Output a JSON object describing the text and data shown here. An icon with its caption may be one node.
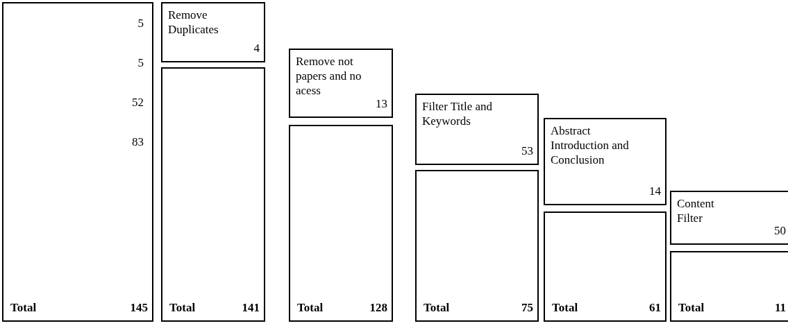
{
  "diagram": {
    "nodes": [
      {
        "text": [
          "5",
          "5",
          "52",
          "83",
          "Total",
          "145"
        ]
      },
      {
        "text": [
          "Remove Duplicates",
          "4"
        ]
      },
      {
        "text": [
          "Total",
          "141"
        ]
      },
      {
        "text": [
          "Remove not papers and no acess",
          "13"
        ]
      },
      {
        "text": [
          "Total",
          "128"
        ]
      },
      {
        "text": [
          "Filter Title and Keywords",
          "53"
        ]
      },
      {
        "text": [
          "Total",
          "75"
        ]
      },
      {
        "text": [
          "Abstract Introduction and Conclusion",
          "14"
        ]
      },
      {
        "text": [
          "Total",
          "61"
        ]
      },
      {
        "text": [
          "Content Filter",
          "50"
        ]
      },
      {
        "text": [
          "Total",
          "11"
        ]
      }
    ]
  }
}
